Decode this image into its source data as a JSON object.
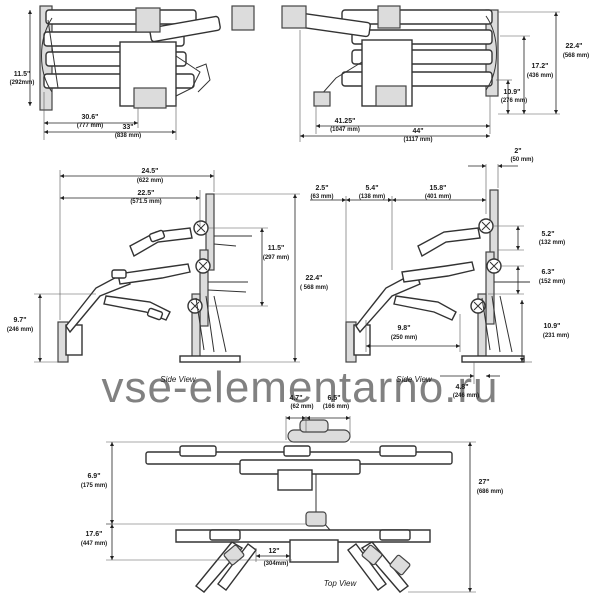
{
  "dimensions": {
    "d1": {
      "in": "11.5\"",
      "mm": "(292mm)"
    },
    "d2": {
      "in": "30.6\"",
      "mm": "(777 mm)"
    },
    "d3": {
      "in": "33\"",
      "mm": "(838 mm)"
    },
    "d4": {
      "in": "22.4\"",
      "mm": "(568 mm)"
    },
    "d5": {
      "in": "17.2\"",
      "mm": "(436 mm)"
    },
    "d6": {
      "in": "10.9\"",
      "mm": "(276 mm)"
    },
    "d7": {
      "in": "41.25\"",
      "mm": "(1047 mm)"
    },
    "d8": {
      "in": "44\"",
      "mm": "(1117 mm)"
    },
    "d9": {
      "in": "24.5\"",
      "mm": "(622 mm)"
    },
    "d10": {
      "in": "22.5\"",
      "mm": "(571.5 mm)"
    },
    "d11": {
      "in": "11.5\"",
      "mm": "(297 mm)"
    },
    "d12": {
      "in": "22.4\"",
      "mm": "( 568 mm)"
    },
    "d13": {
      "in": "9.7\"",
      "mm": "(246 mm)"
    },
    "d14": {
      "in": "2\"",
      "mm": "(50 mm)"
    },
    "d15": {
      "in": "2.5\"",
      "mm": "(63 mm)"
    },
    "d16": {
      "in": "5.4\"",
      "mm": "(138 mm)"
    },
    "d17": {
      "in": "15.8\"",
      "mm": "(401 mm)"
    },
    "d18": {
      "in": "5.2\"",
      "mm": "(132 mm)"
    },
    "d19": {
      "in": "6.3\"",
      "mm": "(152 mm)"
    },
    "d20": {
      "in": "10.9\"",
      "mm": "(231 mm)"
    },
    "d21": {
      "in": "9.8\"",
      "mm": "(250 mm)"
    },
    "d22": {
      "in": "4.8\"",
      "mm": "(246 mm)"
    },
    "d23": {
      "in": "4.7\"",
      "mm": "(62 mm)"
    },
    "d24": {
      "in": "6.5\"",
      "mm": "(166 mm)"
    },
    "d25": {
      "in": "6.9\"",
      "mm": "(175 mm)"
    },
    "d26": {
      "in": "27\"",
      "mm": "(686 mm)"
    },
    "d27": {
      "in": "17.6\"",
      "mm": "(447 mm)"
    },
    "d28": {
      "in": "12\"",
      "mm": "(304mm)"
    }
  },
  "captions": {
    "side_view_left": "Side View",
    "side_view_right": "Side View",
    "top_view": "Top View"
  },
  "watermark": "vse-elementarno.ru"
}
